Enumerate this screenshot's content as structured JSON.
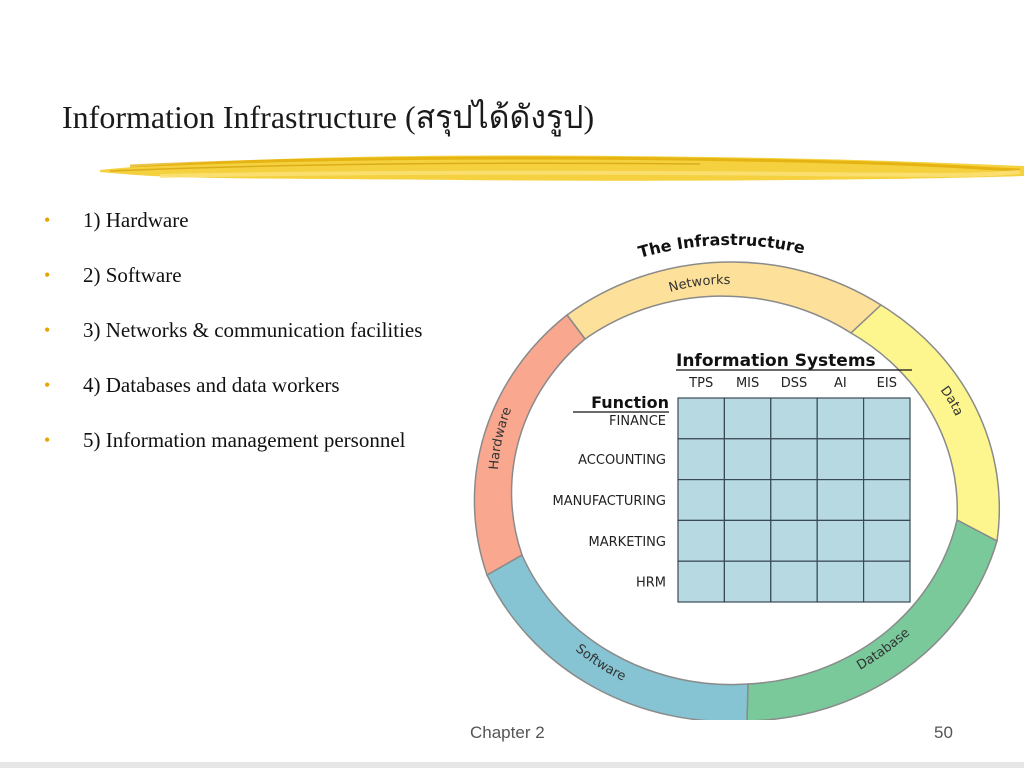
{
  "slide": {
    "title": "Information Infrastructure (สรุปได้ดังรูป)",
    "bullets": [
      "1) Hardware",
      "2) Software",
      "3) Networks & communication facilities",
      "4) Databases and data workers",
      "5) Information management personnel"
    ],
    "footer_left": "Chapter 2",
    "footer_right": "50"
  },
  "diagram": {
    "title": "The Infrastructure",
    "ring_segments": [
      {
        "label": "Networks",
        "color": "#fde19a"
      },
      {
        "label": "Data",
        "color": "#fdf68f"
      },
      {
        "label": "Database",
        "color": "#79c99a"
      },
      {
        "label": "Software",
        "color": "#86c4d4"
      },
      {
        "label": "Hardware",
        "color": "#f9a88f"
      }
    ],
    "grid_heading": "Information Systems",
    "columns": [
      "TPS",
      "MIS",
      "DSS",
      "AI",
      "EIS"
    ],
    "row_heading": "Function",
    "rows": [
      "FINANCE",
      "ACCOUNTING",
      "MANUFACTURING",
      "MARKETING",
      "HRM"
    ],
    "grid_fill": "#b7d9e1"
  },
  "accent_color": "#f2c200"
}
